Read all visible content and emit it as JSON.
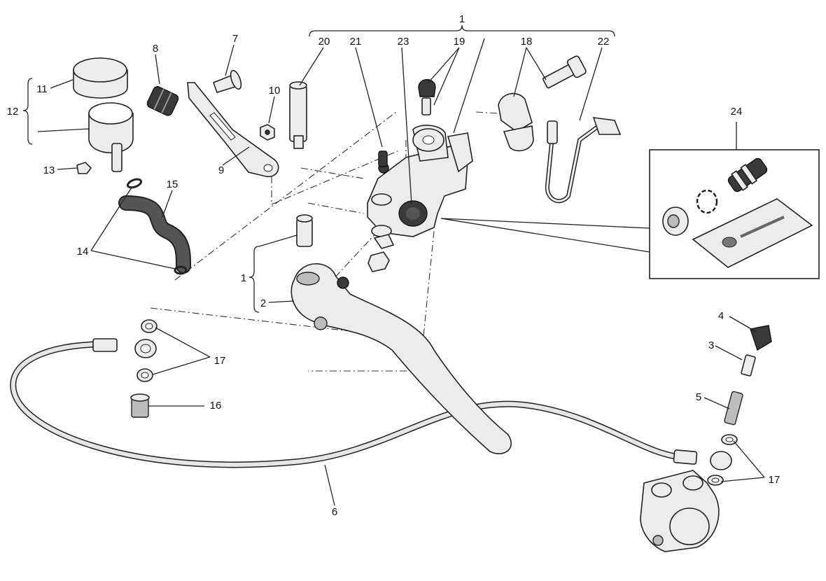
{
  "diagram": {
    "title": "Clutch master cylinder exploded parts diagram",
    "callouts": {
      "c1_top": "1",
      "c1_left": "1",
      "c2": "2",
      "c3": "3",
      "c4": "4",
      "c5": "5",
      "c6": "6",
      "c7": "7",
      "c8": "8",
      "c9": "9",
      "c10": "10",
      "c11": "11",
      "c12": "12",
      "c13": "13",
      "c14": "14",
      "c15": "15",
      "c16": "16",
      "c17_left": "17",
      "c17_right": "17",
      "c18": "18",
      "c19": "19",
      "c20": "20",
      "c21": "21",
      "c22": "22",
      "c23": "23",
      "c24": "24"
    }
  }
}
